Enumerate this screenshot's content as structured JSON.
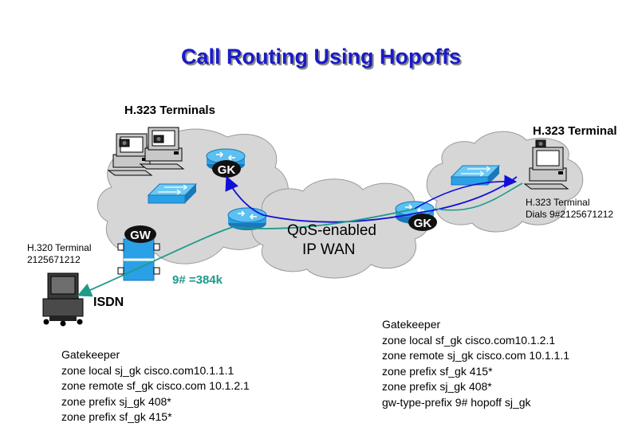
{
  "title": "Call Routing Using Hopoffs",
  "left_site": {
    "terminals_label": "H.323 Terminals",
    "gatekeeper_badge": "GK",
    "gateway_badge": "GW",
    "h320_terminal_label": "H.320 Terminal",
    "h320_terminal_number": "2125671212",
    "isdn_label": "ISDN",
    "call_speed_label": "9# =384k"
  },
  "wan": {
    "line1": "QoS-enabled",
    "line2": "IP WAN"
  },
  "right_site": {
    "terminal_label": "H.323 Terminal",
    "gatekeeper_badge": "GK",
    "dial_note_line1": "H.323 Terminal",
    "dial_note_line2": "Dials 9#2125671212"
  },
  "left_config": {
    "lines": [
      "Gatekeeper",
      "zone local sj_gk cisco.com10.1.1.1",
      "zone remote sf_gk cisco.com 10.1.2.1",
      "zone prefix sj_gk 408*",
      "zone prefix sf_gk 415*"
    ]
  },
  "right_config": {
    "lines": [
      "Gatekeeper",
      "zone local sf_gk cisco.com10.1.2.1",
      "zone remote sj_gk cisco.com 10.1.1.1",
      "zone prefix sf_gk 415*",
      "zone prefix sj_gk 408*",
      "gw-type-prefix 9# hopoff sj_gk"
    ]
  },
  "colors": {
    "title": "#1a1ac8",
    "cloud_fill": "#d6d6d6",
    "device_blue": "#2aa0e6",
    "path_blue": "#1010d8",
    "path_teal": "#1f9a8a"
  },
  "icons": [
    "pc-workstation-icon",
    "router-icon",
    "switch-icon",
    "gateway-icon",
    "video-terminal-icon"
  ]
}
